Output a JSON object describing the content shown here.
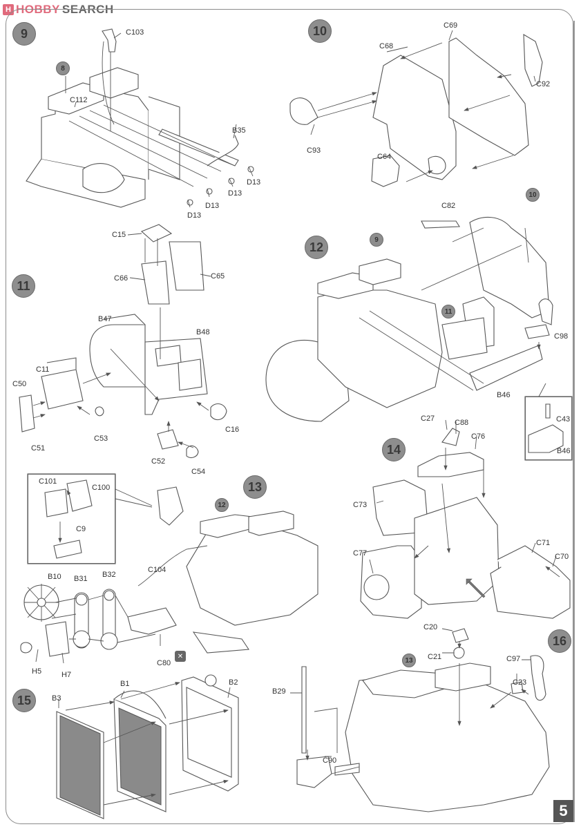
{
  "watermark": {
    "logo_glyph": "H",
    "brand_primary": "HOBBY",
    "brand_secondary": "SEARCH"
  },
  "page_number": "5",
  "steps": [
    {
      "number": "9",
      "parts": [
        "C103",
        "C112",
        "B35",
        "D13",
        "D13",
        "D13",
        "D13"
      ],
      "ref_subassembly": "8"
    },
    {
      "number": "10",
      "parts": [
        "C69",
        "C68",
        "C92",
        "C93",
        "C64"
      ]
    },
    {
      "number": "11",
      "parts": [
        "C15",
        "C66",
        "C65",
        "B47",
        "B48",
        "C11",
        "C50",
        "C51",
        "C53",
        "C16",
        "C52",
        "C54"
      ]
    },
    {
      "number": "12",
      "parts": [
        "C82",
        "C98",
        "B46",
        "C43",
        "B46"
      ],
      "ref_subassemblies": [
        "9",
        "10",
        "11"
      ]
    },
    {
      "number": "13",
      "parts": [
        "C101",
        "C100",
        "C9",
        "C104",
        "B10",
        "B31",
        "B32",
        "C80",
        "H5",
        "H7"
      ],
      "ref_subassembly": "12"
    },
    {
      "number": "14",
      "parts": [
        "C27",
        "C88",
        "C76",
        "C73",
        "C77",
        "C71",
        "C70"
      ]
    },
    {
      "number": "15",
      "parts": [
        "B3",
        "B1",
        "B2"
      ]
    },
    {
      "number": "16",
      "parts": [
        "C20",
        "C21",
        "C97",
        "C23",
        "B29",
        "C90"
      ],
      "ref_subassembly": "13"
    }
  ],
  "labels": {
    "c103": "C103",
    "c112": "C112",
    "b35": "B35",
    "d13": "D13",
    "c69": "C69",
    "c68": "C68",
    "c92": "C92",
    "c93": "C93",
    "c64": "C64",
    "c15": "C15",
    "c66": "C66",
    "c65": "C65",
    "b47": "B47",
    "b48": "B48",
    "c11": "C11",
    "c50": "C50",
    "c51": "C51",
    "c53": "C53",
    "c16": "C16",
    "c52": "C52",
    "c54": "C54",
    "c82": "C82",
    "c98": "C98",
    "b46": "B46",
    "c43": "C43",
    "c101": "C101",
    "c100": "C100",
    "c9": "C9",
    "c104": "C104",
    "b10": "B10",
    "b31": "B31",
    "b32": "B32",
    "c80": "C80",
    "h5": "H5",
    "h7": "H7",
    "c27": "C27",
    "c88": "C88",
    "c76": "C76",
    "c73": "C73",
    "c77": "C77",
    "c71": "C71",
    "c70": "C70",
    "b3": "B3",
    "b1": "B1",
    "b2": "B2",
    "c20": "C20",
    "c21": "C21",
    "c97": "C97",
    "c23": "C23",
    "b29": "B29",
    "c90": "C90"
  },
  "refs": {
    "r8": "8",
    "r9": "9",
    "r10": "10",
    "r11": "11",
    "r12": "12",
    "r13": "13"
  },
  "icons": {
    "glue_warning": "glue-warning-icon",
    "glyph": "✕"
  },
  "colors": {
    "brand": "#e06a7c",
    "step_badge": "#8e8e8e",
    "page_tab": "#555555",
    "line": "#555555"
  }
}
